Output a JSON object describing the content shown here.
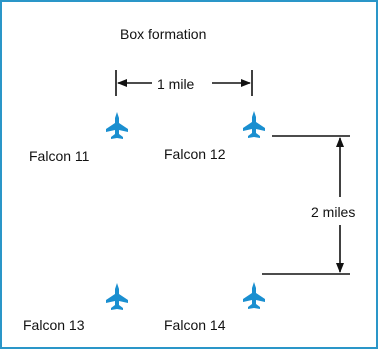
{
  "diagram": {
    "title": "Box formation",
    "horizontal_distance_label": "1 mile",
    "vertical_distance_label": "2 miles",
    "aircraft": [
      {
        "callsign": "Falcon 11",
        "icon": "jet-icon"
      },
      {
        "callsign": "Falcon 12",
        "icon": "jet-icon"
      },
      {
        "callsign": "Falcon 13",
        "icon": "jet-icon"
      },
      {
        "callsign": "Falcon 14",
        "icon": "jet-icon"
      }
    ]
  },
  "colors": {
    "frame_border": "#2a96c8",
    "aircraft": "#1a8fd0",
    "ink": "#111111"
  }
}
